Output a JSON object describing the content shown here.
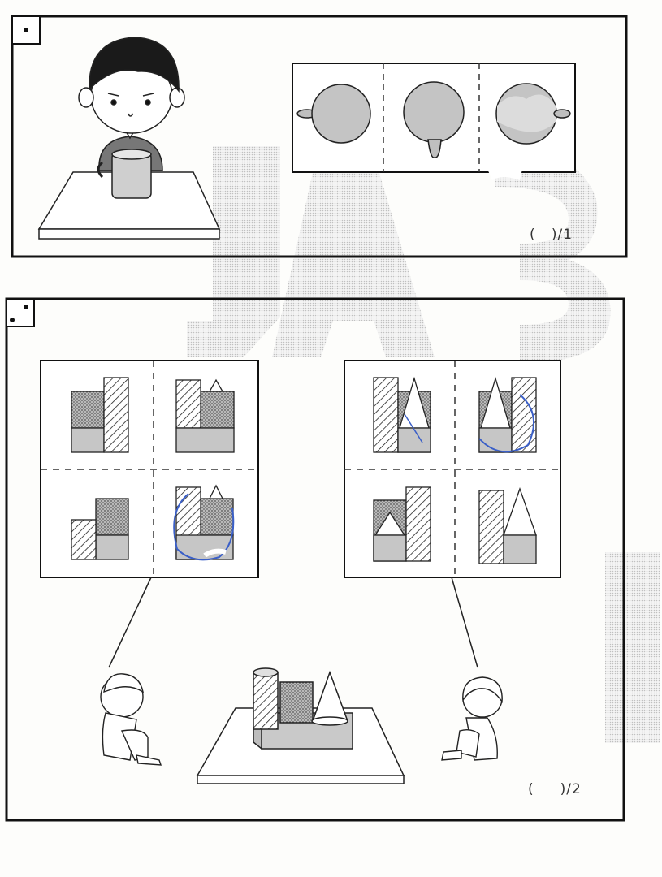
{
  "problems": [
    {
      "id": 1,
      "dots": 1,
      "score_label": "(   )/1"
    },
    {
      "id": 2,
      "dots": 2,
      "score_label": "(     )/2"
    }
  ],
  "colors": {
    "ink": "#111111",
    "fill_gray": "#c9c9c9",
    "screen_gray": "#d4d4d4",
    "pen_blue": "#3a5fc8"
  }
}
